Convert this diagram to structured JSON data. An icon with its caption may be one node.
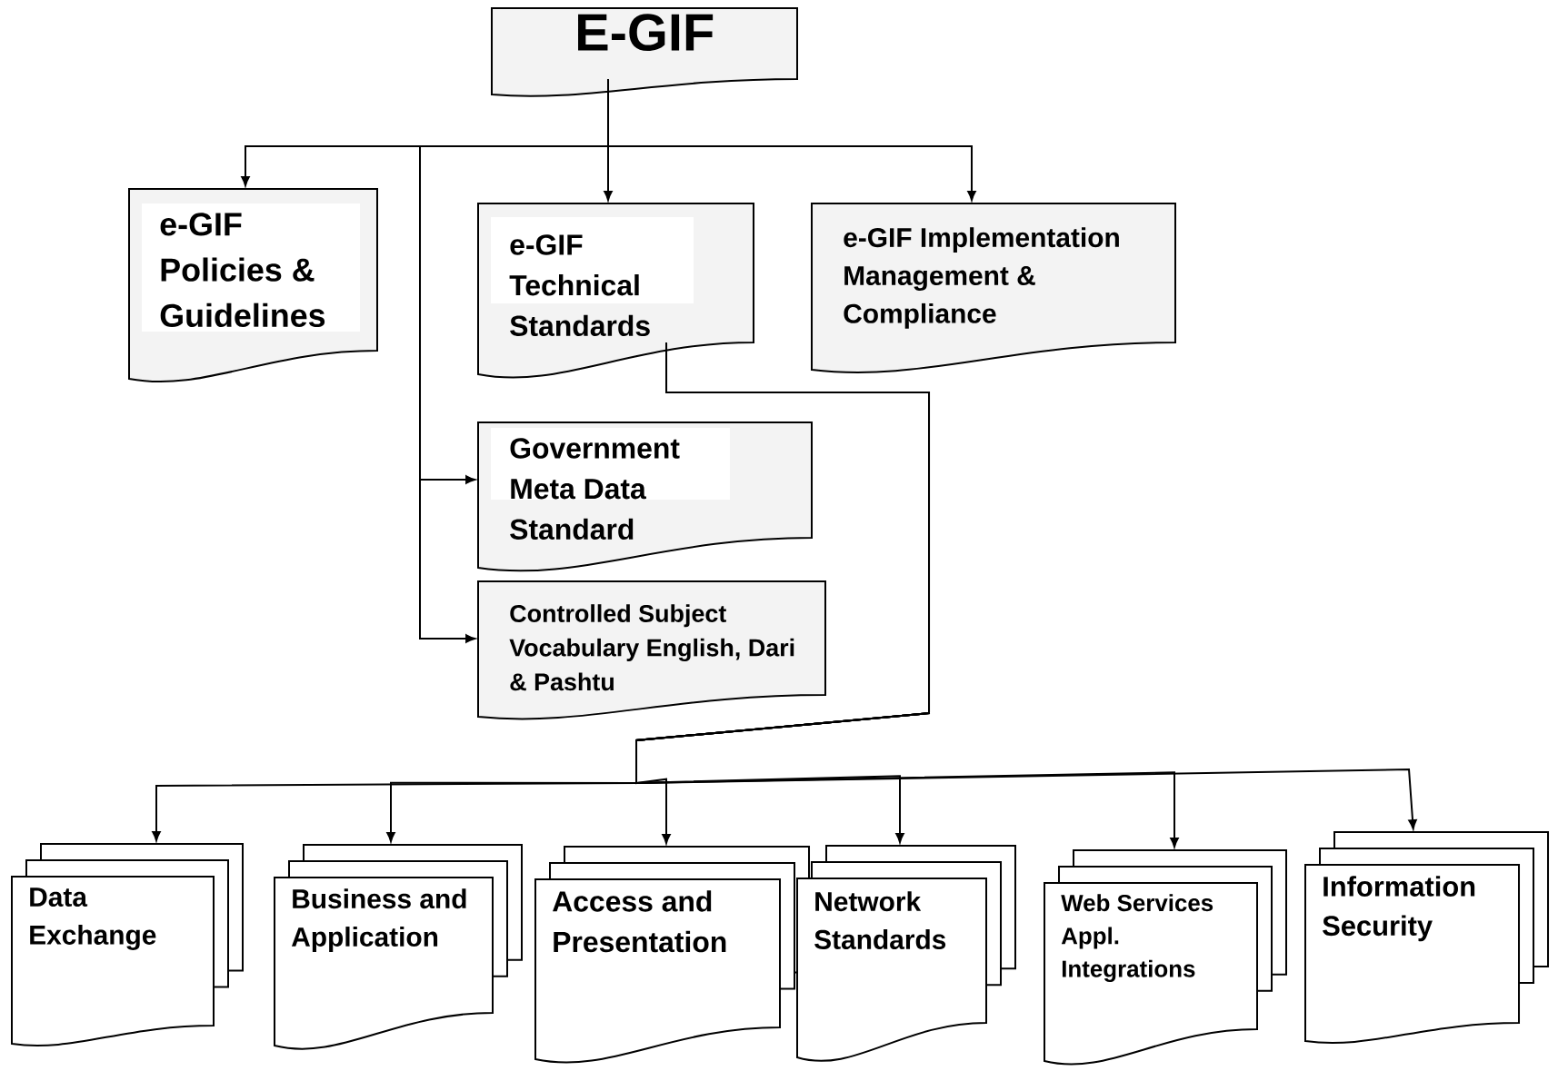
{
  "diagram": {
    "nodes": [
      {
        "text": [
          "E-GIF"
        ]
      },
      {
        "text": [
          "e-GIF Policies & Guidelines"
        ]
      },
      {
        "text": [
          "e-GIF Technical Standards"
        ]
      },
      {
        "text": [
          "e-GIF Implementation Management & Compliance"
        ]
      },
      {
        "text": [
          "Government Meta Data Standard"
        ]
      },
      {
        "text": [
          "Controlled Subject Vocabulary English, Dari & Pashtu"
        ]
      },
      {
        "text": [
          "Data Exchange"
        ]
      },
      {
        "text": [
          "Business and Application"
        ]
      },
      {
        "text": [
          "Access and Presentation"
        ]
      },
      {
        "text": [
          "Network Standards"
        ]
      },
      {
        "text": [
          "Web Services Appl. Integrations"
        ]
      },
      {
        "text": [
          "Information Security"
        ]
      }
    ],
    "edges": [
      {
        "from": 0,
        "to": 1,
        "arrow": "to"
      },
      {
        "from": 0,
        "to": 2,
        "arrow": "to"
      },
      {
        "from": 0,
        "to": 3,
        "arrow": "to"
      },
      {
        "from": 0,
        "to": 4,
        "arrow": "to"
      },
      {
        "from": 0,
        "to": 5,
        "arrow": "to"
      },
      {
        "from": 2,
        "to": 6,
        "arrow": "to"
      },
      {
        "from": 2,
        "to": 7,
        "arrow": "to"
      },
      {
        "from": 2,
        "to": 8,
        "arrow": "to"
      },
      {
        "from": 2,
        "to": 9,
        "arrow": "to"
      },
      {
        "from": 2,
        "to": 10,
        "arrow": "to"
      },
      {
        "from": 2,
        "to": 11,
        "arrow": "to"
      }
    ]
  }
}
